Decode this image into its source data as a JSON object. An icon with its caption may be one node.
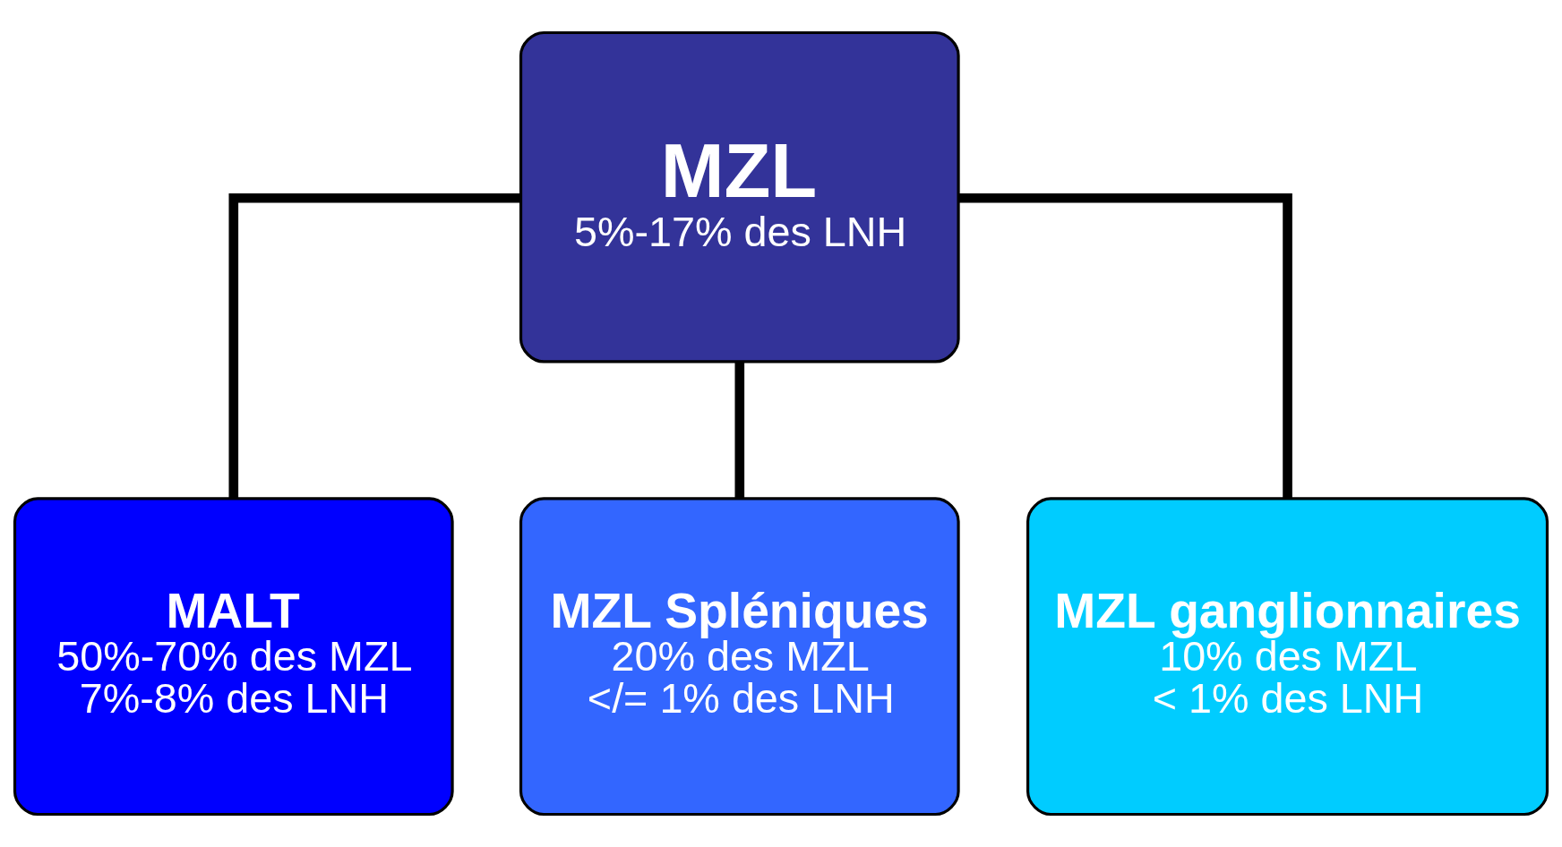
{
  "diagram": {
    "nodes": [
      {
        "text": [
          "MZL",
          "5%-17% des LNH"
        ]
      },
      {
        "text": [
          "MALT",
          "50%-70% des MZL",
          "7%-8% des LNH"
        ]
      },
      {
        "text": [
          "MZL Spléniques",
          "20% des MZL",
          "</= 1% des LNH"
        ]
      },
      {
        "text": [
          "MZL ganglionnaires",
          "10% des MZL",
          "< 1% des LNH"
        ]
      }
    ],
    "edges": [
      {
        "from": 0,
        "to": 1,
        "arrow": "none"
      },
      {
        "from": 0,
        "to": 2,
        "arrow": "none"
      },
      {
        "from": 0,
        "to": 3,
        "arrow": "none"
      }
    ]
  }
}
